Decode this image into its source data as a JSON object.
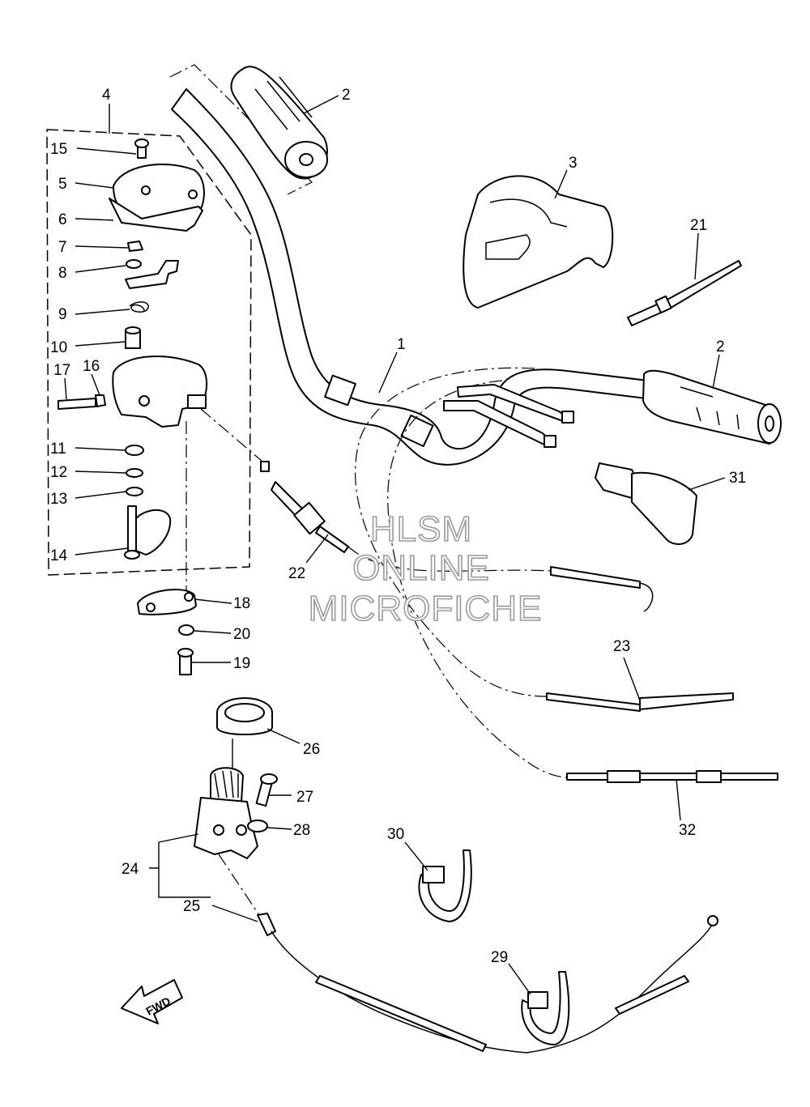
{
  "callouts": {
    "p1": "1",
    "p2a": "2",
    "p2b": "2",
    "p3": "3",
    "p4": "4",
    "p5": "5",
    "p6": "6",
    "p7": "7",
    "p8": "8",
    "p9": "9",
    "p10": "10",
    "p11": "11",
    "p12": "12",
    "p13": "13",
    "p14": "14",
    "p15": "15",
    "p16": "16",
    "p17": "17",
    "p18": "18",
    "p19": "19",
    "p20": "20",
    "p21": "21",
    "p22": "22",
    "p23": "23",
    "p24": "24",
    "p25": "25",
    "p26": "26",
    "p27": "27",
    "p28": "28",
    "p29": "29",
    "p30": "30",
    "p31": "31",
    "p32": "32"
  },
  "watermark": {
    "line1": "HLSM",
    "line2": "ONLINE",
    "line3": "MICROFICHE"
  },
  "direction_badge": "FWD"
}
